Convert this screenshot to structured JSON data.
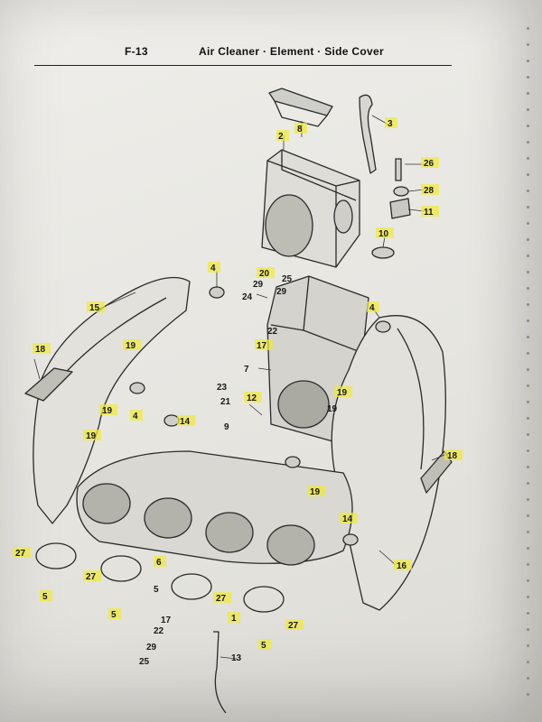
{
  "header": {
    "ref": "F-13",
    "title": "Air Cleaner · Element · Side Cover"
  },
  "highlight_color": "#f0ea3c",
  "callouts": [
    "2",
    "8",
    "3",
    "26",
    "28",
    "11",
    "10",
    "4",
    "20",
    "25",
    "29",
    "29",
    "24",
    "22",
    "17",
    "15",
    "18",
    "19",
    "7",
    "19",
    "4",
    "23",
    "21",
    "12",
    "19",
    "19",
    "19",
    "14",
    "9",
    "4",
    "19",
    "18",
    "14",
    "27",
    "27",
    "6",
    "5",
    "5",
    "27",
    "5",
    "27",
    "17",
    "1",
    "22",
    "5",
    "29",
    "25",
    "13",
    "16"
  ]
}
